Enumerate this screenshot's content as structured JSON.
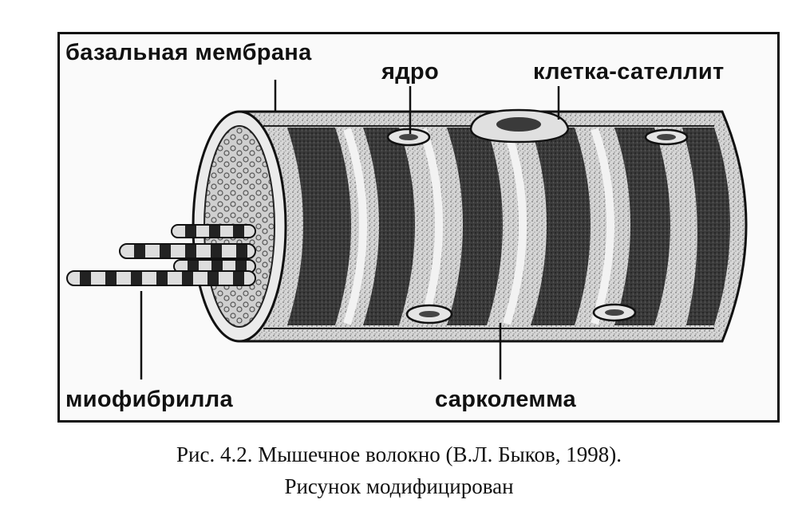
{
  "labels": {
    "basal_membrane": "базальная мембрана",
    "nucleus": "ядро",
    "satellite_cell": "клетка-сателлит",
    "myofibril": "миофибрилла",
    "sarcolemma": "сарколемма"
  },
  "caption": {
    "line1": "Рис. 4.2. Мышечное волокно (В.Л. Быков, 1998).",
    "line2": "Рисунок модифицирован"
  }
}
